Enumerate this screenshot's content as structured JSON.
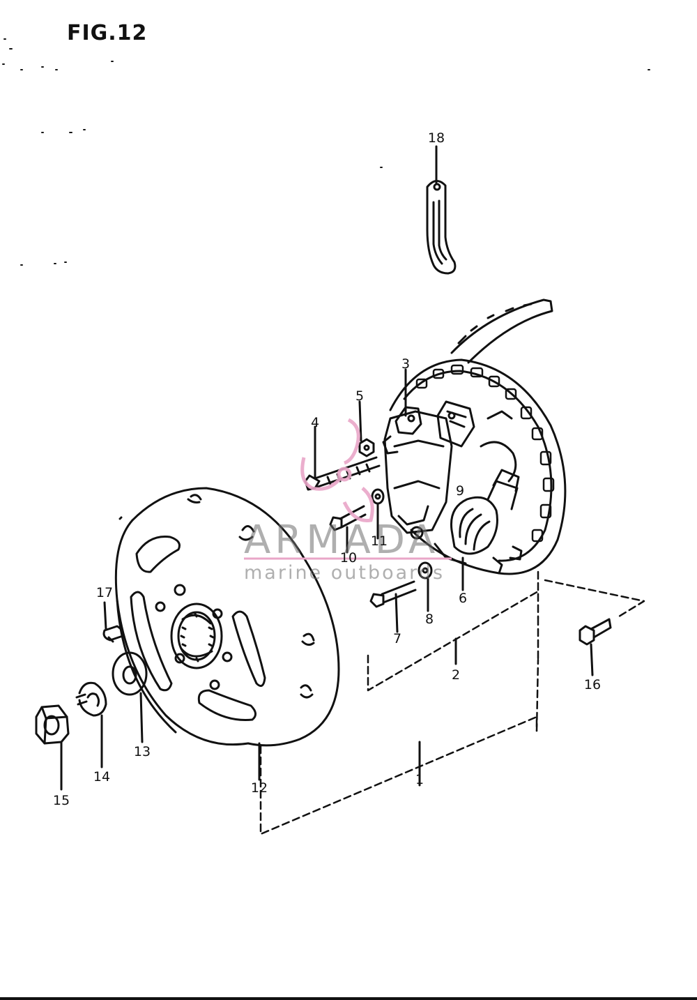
{
  "figure": {
    "title": "FIG.12"
  },
  "callouts": [
    {
      "id": "1",
      "label": "1"
    },
    {
      "id": "2",
      "label": "2"
    },
    {
      "id": "3",
      "label": "3"
    },
    {
      "id": "4",
      "label": "4"
    },
    {
      "id": "5",
      "label": "5"
    },
    {
      "id": "6",
      "label": "6"
    },
    {
      "id": "7",
      "label": "7"
    },
    {
      "id": "8",
      "label": "8"
    },
    {
      "id": "9",
      "label": "9"
    },
    {
      "id": "10",
      "label": "10"
    },
    {
      "id": "11",
      "label": "11"
    },
    {
      "id": "12",
      "label": "12"
    },
    {
      "id": "13",
      "label": "13"
    },
    {
      "id": "14",
      "label": "14"
    },
    {
      "id": "15",
      "label": "15"
    },
    {
      "id": "16",
      "label": "16"
    },
    {
      "id": "17",
      "label": "17"
    },
    {
      "id": "18",
      "label": "18"
    }
  ],
  "watermark": {
    "brand": "ARMADA",
    "tagline": "marine outboards",
    "logo_color": "#e9a6c8",
    "text_color": "#6e6e6e"
  }
}
